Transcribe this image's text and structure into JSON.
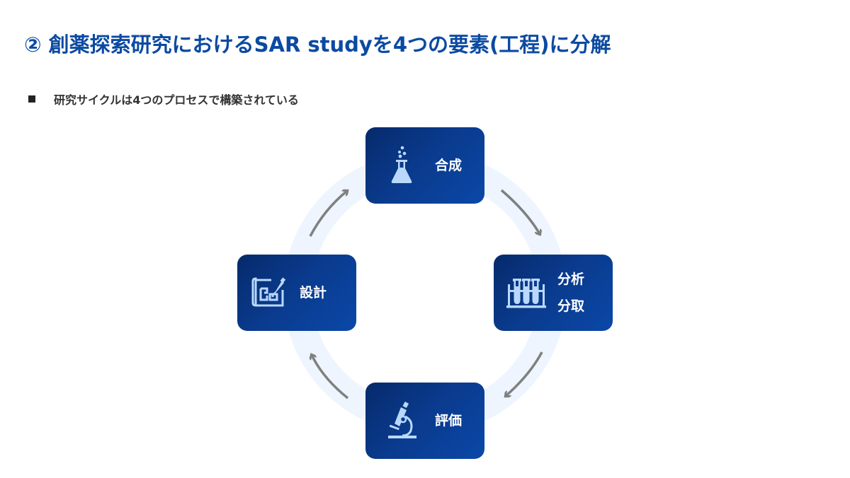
{
  "header": {
    "title": "② 創薬探索研究におけるSAR studyを4つの要素(工程)に分解"
  },
  "bullet": {
    "text": "研究サイクルは4つのプロセスで構築されている"
  },
  "cycle": {
    "colors": {
      "box_dark": "#062a6b",
      "box_light": "#0a48a8",
      "ring": "#eef5fe",
      "arrow": "#808080",
      "icon": "#b9d8fb",
      "title": "#0b4aa2"
    },
    "steps": [
      {
        "id": "synthesis",
        "icon": "flask-icon",
        "lines": [
          "合成"
        ]
      },
      {
        "id": "analysis",
        "icon": "test-tubes-icon",
        "lines": [
          "分析",
          "分取"
        ]
      },
      {
        "id": "evaluation",
        "icon": "microscope-icon",
        "lines": [
          "評価"
        ]
      },
      {
        "id": "design",
        "icon": "blueprint-icon",
        "lines": [
          "設計"
        ]
      }
    ],
    "arrows": [
      {
        "from": "synthesis",
        "to": "analysis"
      },
      {
        "from": "analysis",
        "to": "evaluation"
      },
      {
        "from": "evaluation",
        "to": "design"
      },
      {
        "from": "design",
        "to": "synthesis"
      }
    ]
  }
}
